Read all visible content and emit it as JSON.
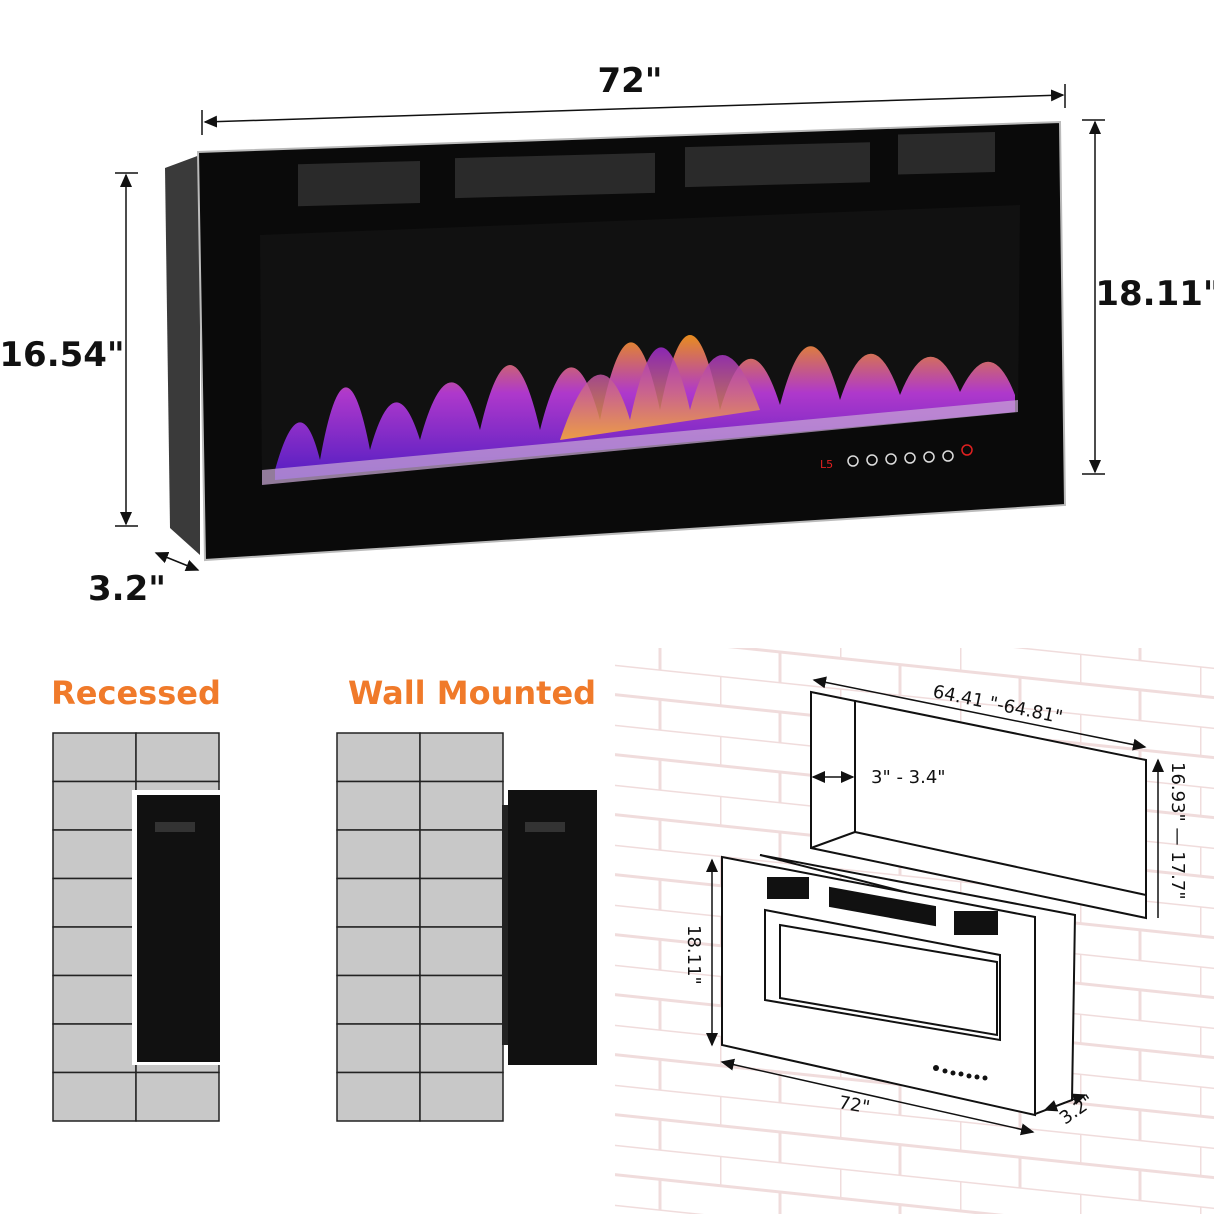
{
  "product_dimensions": {
    "width": "72\"",
    "height_front": "18.11\"",
    "height_back": "16.54\"",
    "depth": "3.2\""
  },
  "control_panel": {
    "display": "L5",
    "buttons": [
      "timer-icon",
      "light-icon",
      "flame-icon",
      "heat-icon",
      "mode-icon",
      "thermometer-icon",
      "power-icon"
    ]
  },
  "installation_modes": {
    "recessed": "Recessed",
    "wall_mounted": "Wall Mounted",
    "label_color": "#f07a2a"
  },
  "recess_diagram": {
    "niche_width": "64.41  \"-64.81\"",
    "niche_depth": "3\" - 3.4\"",
    "niche_height": "16.93\" — 17.7\"",
    "unit_height": "18.11\"",
    "unit_width": "72\"",
    "unit_depth": "3.2\""
  }
}
